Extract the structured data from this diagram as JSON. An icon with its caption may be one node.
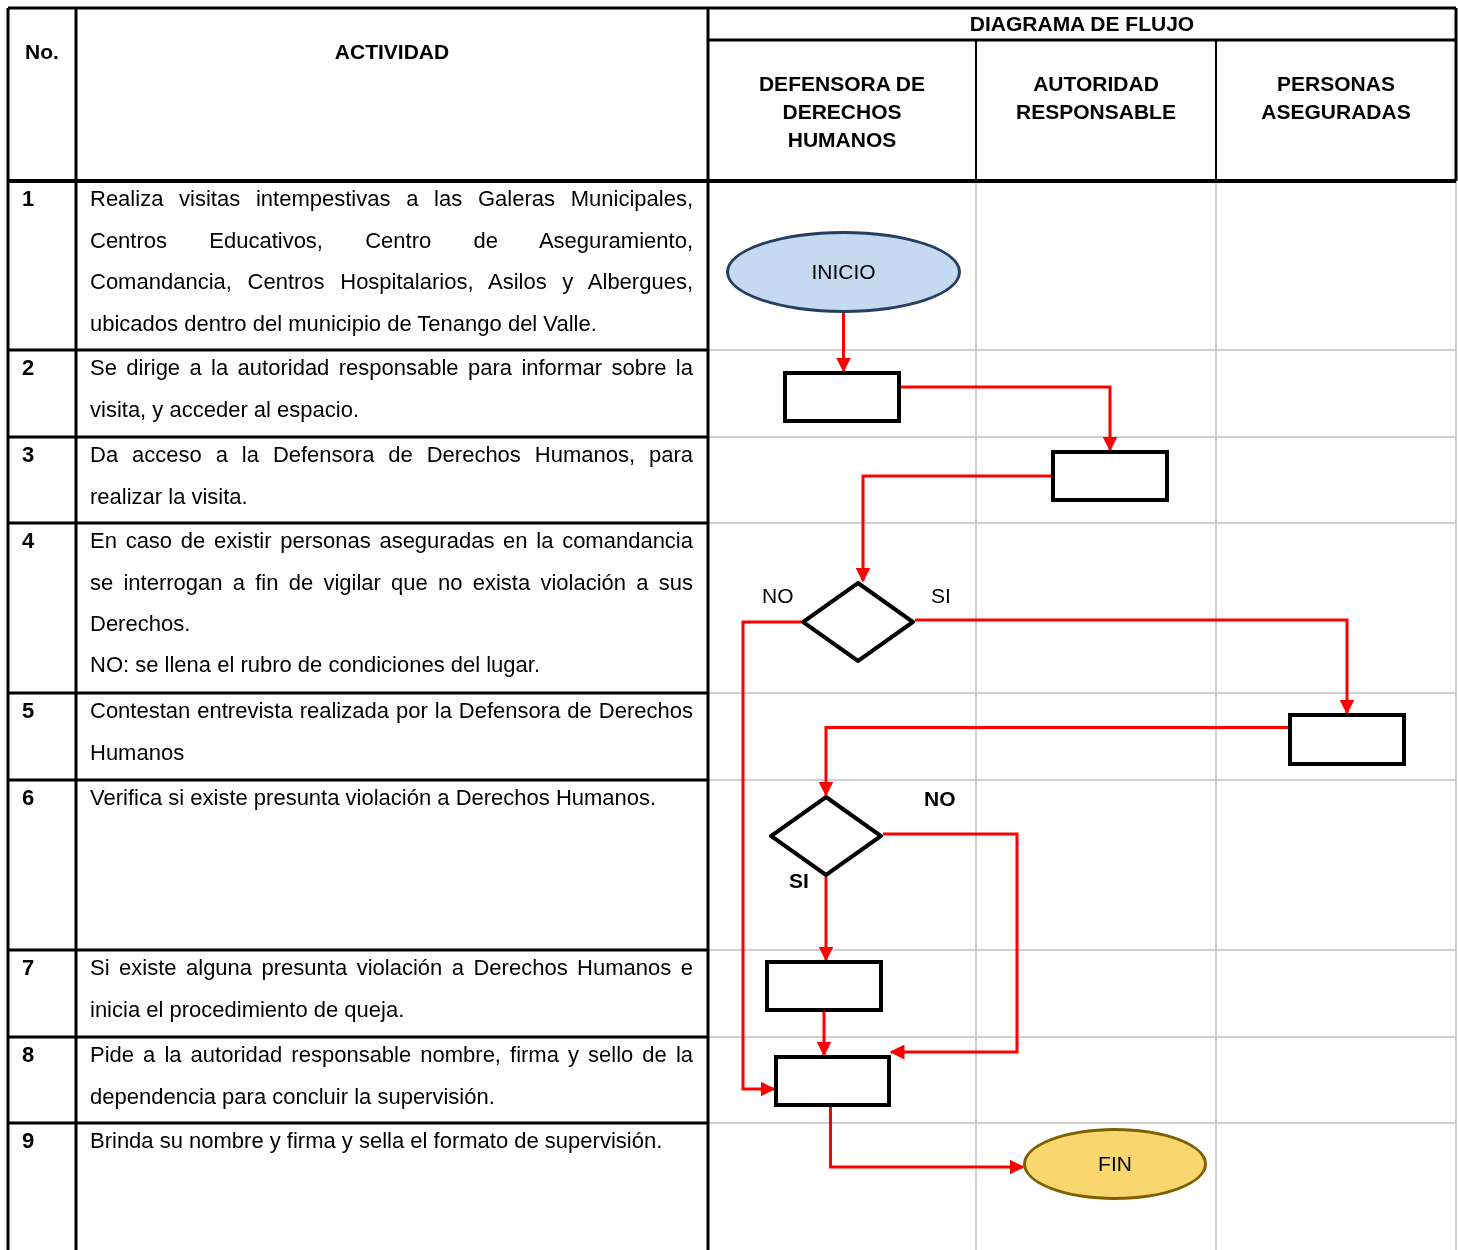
{
  "diagram": {
    "nodes": [
      {
        "text": [
          "INICIO"
        ]
      },
      {
        "text": [],
        "shape": "box"
      },
      {
        "text": [],
        "shape": "box"
      },
      {
        "text": [],
        "shape": "diamond"
      },
      {
        "text": [],
        "shape": "box"
      },
      {
        "text": [],
        "shape": "diamond"
      },
      {
        "text": [],
        "shape": "box"
      },
      {
        "text": [],
        "shape": "box"
      },
      {
        "text": [
          "FIN"
        ]
      }
    ],
    "edges": [
      {
        "from": 0,
        "to": 1,
        "arrow": "to"
      },
      {
        "from": 1,
        "to": 2,
        "arrow": "to"
      },
      {
        "from": 2,
        "to": 3,
        "arrow": "to"
      },
      {
        "from": 3,
        "to": 7,
        "arrow": "to",
        "label": "NO"
      },
      {
        "from": 3,
        "to": 4,
        "arrow": "to",
        "label": "SI"
      },
      {
        "from": 4,
        "to": 5,
        "arrow": "to"
      },
      {
        "from": 5,
        "to": 7,
        "arrow": "to",
        "label": "NO"
      },
      {
        "from": 5,
        "to": 6,
        "arrow": "to",
        "label": "SI"
      },
      {
        "from": 6,
        "to": 7,
        "arrow": "to"
      },
      {
        "from": 7,
        "to": 8,
        "arrow": "to"
      }
    ],
    "labels": [
      "No.",
      "ACTIVIDAD",
      "DIAGRAMA DE FLUJO",
      "DEFENSORA DE DERECHOS HUMANOS",
      "AUTORIDAD RESPONSABLE",
      "PERSONAS ASEGURADAS",
      "1",
      "Realiza visitas intempestivas a las Galeras Municipales, Centros Educativos, Centro de Aseguramiento, Comandancia, Centros Hospitalarios, Asilos y Albergues, ubicados dentro del municipio de Tenango del Valle.",
      "2",
      "Se dirige a la autoridad responsable para informar sobre la visita, y acceder al espacio.",
      "3",
      "Da acceso a la Defensora de Derechos Humanos, para realizar la visita.",
      "4",
      "En caso de existir personas aseguradas en la comandancia se interrogan a fin de vigilar que no exista violación a sus Derechos.",
      "NO: se llena el rubro de condiciones del lugar.",
      "5",
      "Contestan entrevista realizada por la Defensora de Derechos Humanos",
      "6",
      "Verifica si existe presunta violación a Derechos Humanos.",
      "7",
      "Si existe alguna presunta violación a Derechos Humanos e inicia el procedimiento de queja.",
      "8",
      "Pide a la autoridad responsable nombre, firma y sello de la dependencia para concluir la supervisión.",
      "9",
      "Brinda su nombre y firma y sella el formato de supervisión."
    ]
  }
}
